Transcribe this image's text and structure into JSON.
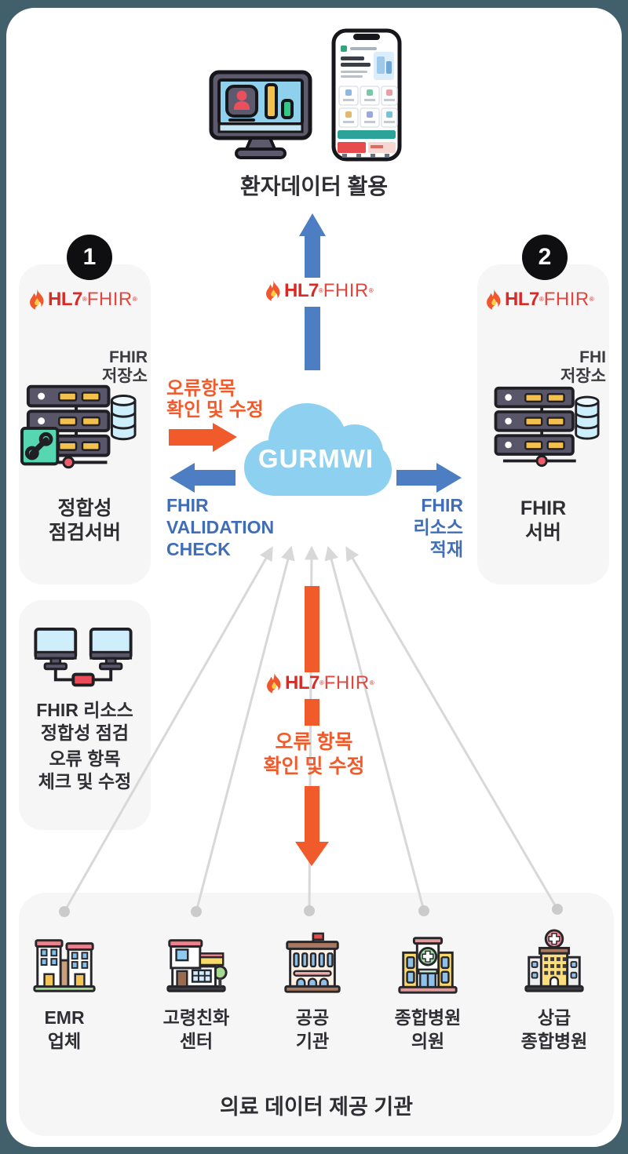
{
  "top": {
    "title": "환자데이터 활용"
  },
  "logo": {
    "hl7": "HL7",
    "fhir": "FHIR",
    "reg": "®"
  },
  "badges": {
    "one": "1",
    "two": "2"
  },
  "cloud": {
    "label": "GURMWI"
  },
  "left_panel": {
    "storage_line1": "FHIR",
    "storage_line2": "저장소",
    "name_line1": "정합성",
    "name_line2": "점검서버"
  },
  "right_panel": {
    "storage_line1": "FHI",
    "storage_line2": "저장소",
    "name_line1": "FHIR",
    "name_line2": "서버"
  },
  "flows": {
    "error_fix_left_line1": "오류항목",
    "error_fix_left_line2": "확인 및 수정",
    "validation_line1": "FHIR",
    "validation_line2": "VALIDATION",
    "validation_line3": "CHECK",
    "load_line1": "FHIR",
    "load_line2": "리소스",
    "load_line3": "적재",
    "error_fix_center_line1": "오류 항목",
    "error_fix_center_line2": "확인 및 수정"
  },
  "check_panel": {
    "line1": "FHIR 리소스",
    "line2": "정합성 점검",
    "line3": "오류 항목",
    "line4": "체크 및 수정"
  },
  "providers": {
    "title": "의료 데이터 제공 기관",
    "items": [
      {
        "line1": "EMR",
        "line2": "업체"
      },
      {
        "line1": "고령친화",
        "line2": "센터"
      },
      {
        "line1": "공공",
        "line2": "기관"
      },
      {
        "line1": "종합병원",
        "line2": "의원"
      },
      {
        "line1": "상급",
        "line2": "종합병원"
      }
    ]
  },
  "colors": {
    "blue_arrow": "#4d7dc2",
    "orange_arrow": "#f15b2c",
    "cloud": "#8dd0f0",
    "panel_gray": "#f6f6f7",
    "line_gray": "#d8d8d8",
    "logo_red": "#d92b25"
  }
}
